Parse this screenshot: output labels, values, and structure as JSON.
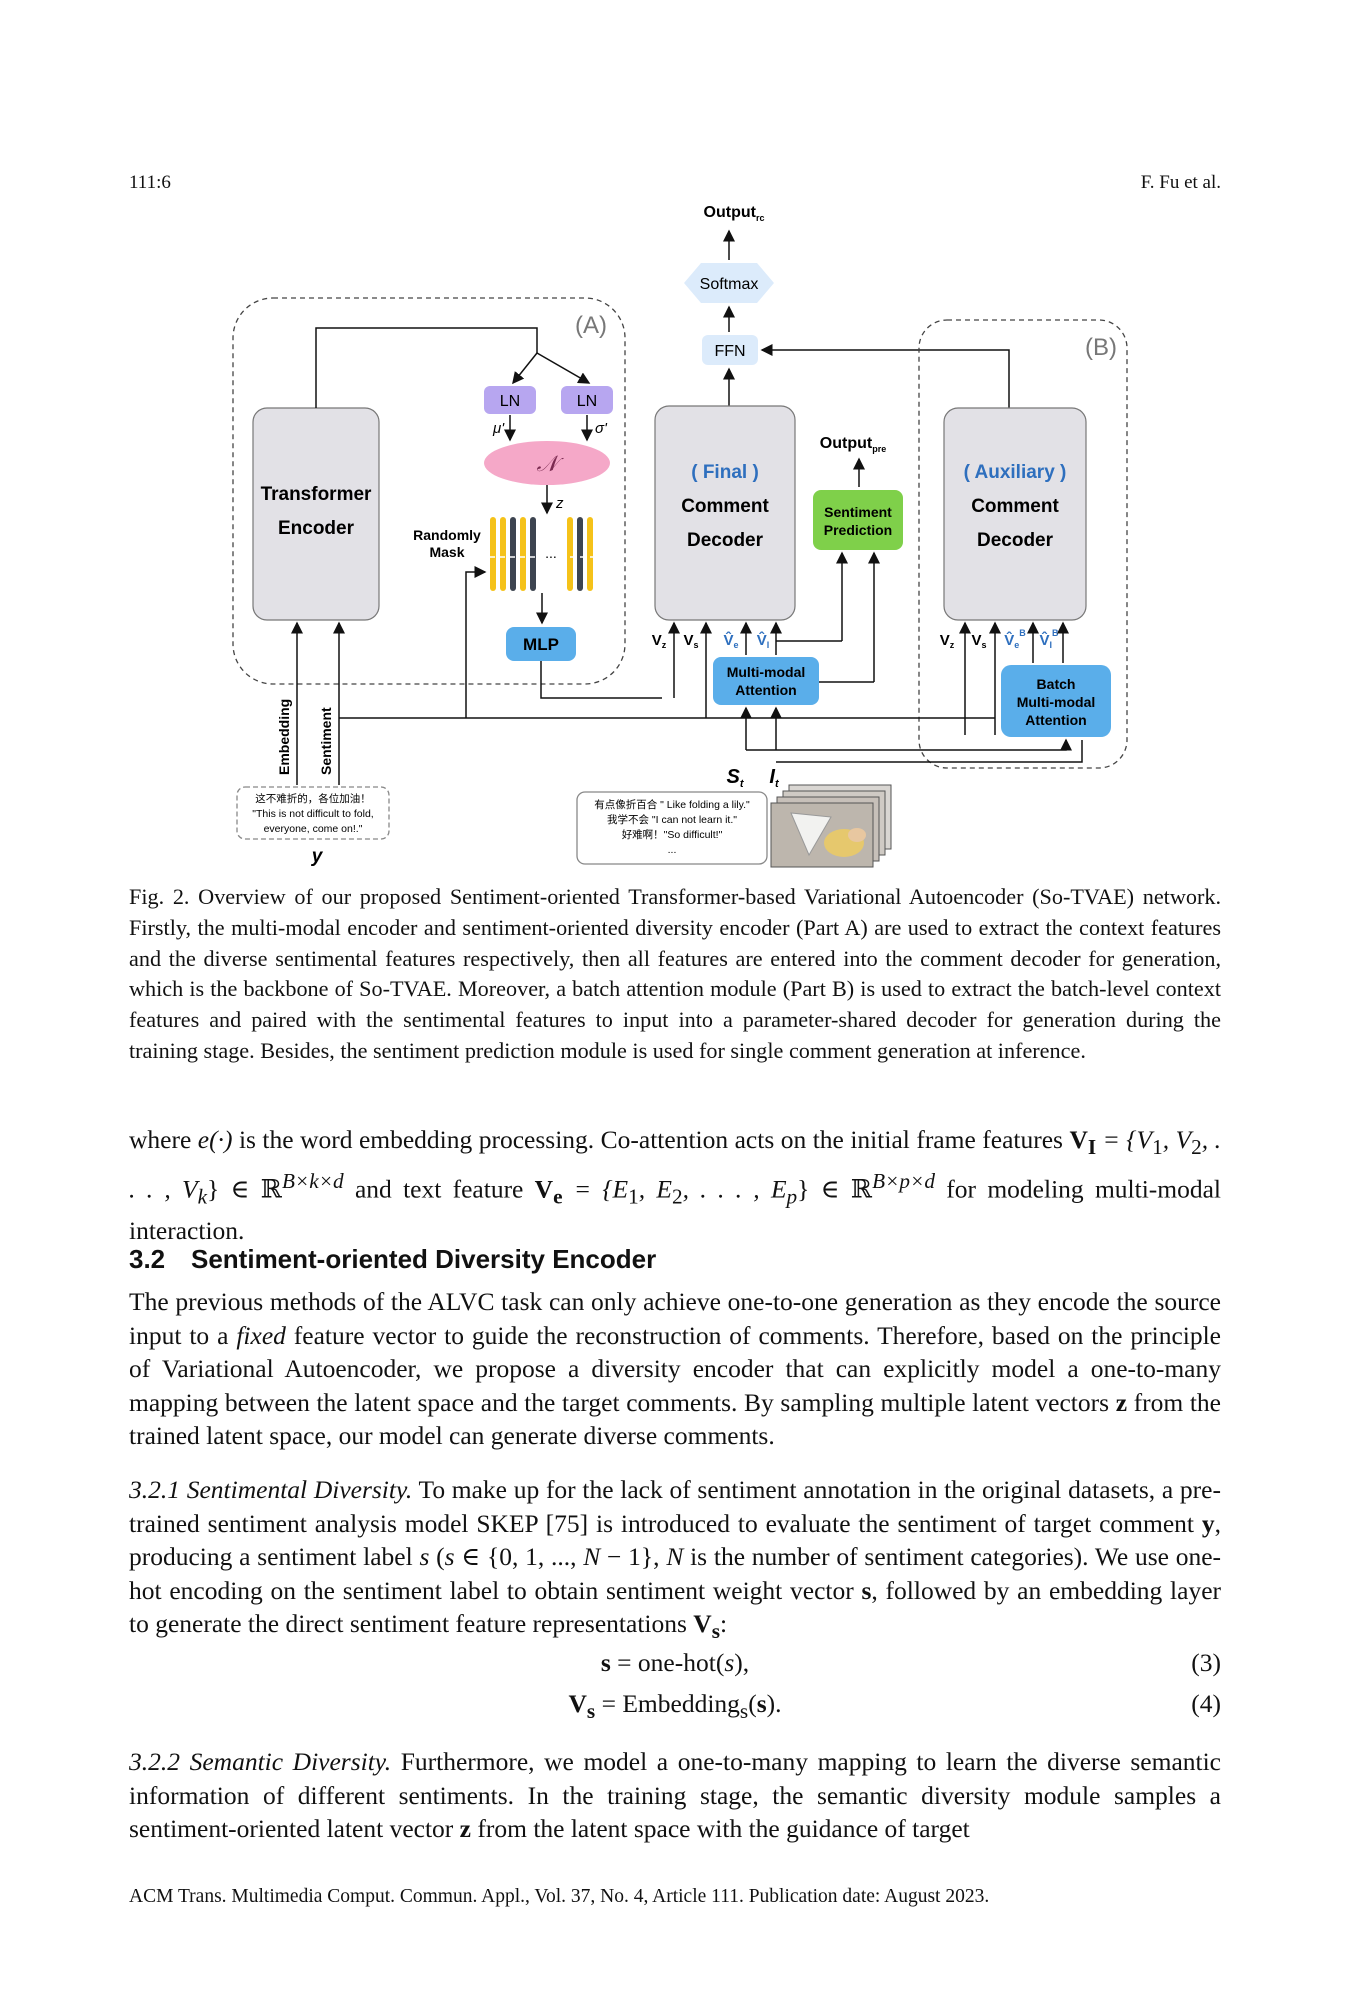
{
  "header": {
    "left": "111:6",
    "right": "F. Fu et al."
  },
  "figure": {
    "output_rc": "Output",
    "output_rc_sub": "rc",
    "softmax": "Softmax",
    "ffn": "FFN",
    "label_a": "(A)",
    "label_b": "(B)",
    "ln": "LN",
    "mu": "μ'",
    "sigma": "σ'",
    "normal": "𝒩",
    "z": "z",
    "encoder_line1": "Transformer",
    "encoder_line2": "Encoder",
    "random_mask_line1": "Randomly",
    "random_mask_line2": "Mask",
    "dots": "...",
    "mlp": "MLP",
    "final_line1": "( Final )",
    "final_line2": "Comment",
    "final_line3": "Decoder",
    "output_pre": "Output",
    "output_pre_sub": "pre",
    "sentiment_pred_line1": "Sentiment",
    "sentiment_pred_line2": "Prediction",
    "aux_line1": "( Auxiliary )",
    "aux_line2": "Comment",
    "aux_line3": "Decoder",
    "v_z": "V",
    "v_z_sub": "z",
    "v_s": "V",
    "v_s_sub": "s",
    "v_e": "V̂",
    "v_e_sub": "e",
    "v_i": "V̂",
    "v_i_sub": "I",
    "v_e_sup_b": "B",
    "v_i_sup_b": "B",
    "mm_att_line1": "Multi-modal",
    "mm_att_line2": "Attention",
    "batch_line1": "Batch",
    "batch_line2": "Multi-modal",
    "batch_line3": "Attention",
    "embedding": "Embedding",
    "sentiment": "Sentiment",
    "s_t": "S",
    "s_t_sub": "t",
    "i_t": "I",
    "i_t_sub": "t",
    "y_box_line1": "这不难折的，各位加油！",
    "y_box_line2": "\"This is not difficult to fold,",
    "y_box_line3": "everyone, come on!.\"",
    "y_label": "y",
    "st_box_line1": "有点像折百合 \" Like folding a lily.\"",
    "st_box_line2": "我学不会 \"I can not learn it.\"",
    "st_box_line3": "好难啊！\"So difficult!\"",
    "st_box_line4": "...",
    "colors": {
      "ln": "#b7a6f0",
      "normal": "#f5a8c8",
      "blue": "#5aaeea",
      "green": "#7fd04a",
      "light_blue": "#dcebfb",
      "gray_box": "#e2e1e6",
      "accent_blue": "#2e6fbe"
    }
  },
  "caption": "Fig. 2.  Overview of our proposed Sentiment-oriented Transformer-based Variational Autoencoder (So-TVAE) network. Firstly, the multi-modal encoder and sentiment-oriented diversity encoder (Part A) are used to extract the context features and the diverse sentimental features respectively, then all features are entered into the comment decoder for generation, which is the backbone of So-TVAE. Moreover, a batch attention module (Part B) is used to extract the batch-level context features and paired with the sentimental features to input into a parameter-shared decoder for generation during the training stage. Besides, the sentiment prediction module is used for single comment generation at inference.",
  "para_where": {
    "t1": "where ",
    "t2": "e(·)",
    "t3": " is the word embedding processing. Co-attention acts on the initial frame features ",
    "t4": "V",
    "t4_sub": "I",
    "t5": " = {V",
    "t5_sub1": "1",
    "t6": ", V",
    "t6_sub2": "2",
    "t7": ", . . . , V",
    "t7_subk": "k",
    "t8": "} ∈ ℝ",
    "t8_sup": "B×k×d",
    "t9": " and text feature ",
    "t10": "V",
    "t10_sub": "e",
    "t11": " = {E",
    "t11_sub1": "1",
    "t12": ", E",
    "t12_sub2": "2",
    "t13": ", . . . , E",
    "t13_subp": "p",
    "t14": "} ∈ ℝ",
    "t14_sup": "B×p×d",
    "t15": " for modeling multi-modal interaction."
  },
  "section": {
    "number": "3.2",
    "title": "Sentiment-oriented Diversity Encoder"
  },
  "para_section": {
    "t1": "The previous methods of the ALVC task can only achieve one-to-one generation as they encode the source input to a ",
    "t2": "fixed",
    "t3": " feature vector to guide the reconstruction of comments. Therefore, based on the principle of Variational Autoencoder, we propose a diversity encoder that can explicitly model a one-to-many mapping between the latent space and the target comments. By sampling multiple latent vectors ",
    "t4": "z",
    "t5": " from the trained latent space, our model can generate diverse comments."
  },
  "para_321": {
    "title": "3.2.1    Sentimental Diversity.",
    "t1": " To make up for the lack of sentiment annotation in the original datasets, a pre-trained sentiment analysis model SKEP [75] is introduced to evaluate the sentiment of target comment ",
    "t2": "y",
    "t3": ", producing a sentiment label ",
    "t4": "s",
    "t5": " (",
    "t6": "s",
    "t7": " ∈ {0, 1, ..., ",
    "t8": "N",
    "t9": " − 1}, ",
    "t10": "N",
    "t11": " is the number of sentiment categories). We use one-hot encoding on the sentiment label to obtain sentiment weight vector ",
    "t12": "s",
    "t13": ", followed by an embedding layer to generate the direct sentiment feature representations ",
    "t14": "V",
    "t14_sub": "s",
    "t15": ":"
  },
  "eq3": {
    "lhs": "s",
    "rhs1": " = one-hot(",
    "rhs_var": "s",
    "rhs2": "),",
    "num": "(3)"
  },
  "eq4": {
    "lhs": "V",
    "lhs_sub": "s",
    "rhs1": " = Embedding",
    "rhs_sub": "s",
    "rhs2": "(",
    "rhs_var": "s",
    "rhs3": ").",
    "num": "(4)"
  },
  "para_322": {
    "title": "3.2.2    Semantic Diversity.",
    "t1": " Furthermore, we model a one-to-many mapping to learn the diverse semantic information of different sentiments. In the training stage, the semantic diversity module samples a sentiment-oriented latent vector ",
    "t2": "z",
    "t3": " from the latent space with the guidance of target"
  },
  "footer": "ACM Trans. Multimedia Comput. Commun. Appl., Vol. 37, No. 4, Article 111. Publication date: August 2023."
}
